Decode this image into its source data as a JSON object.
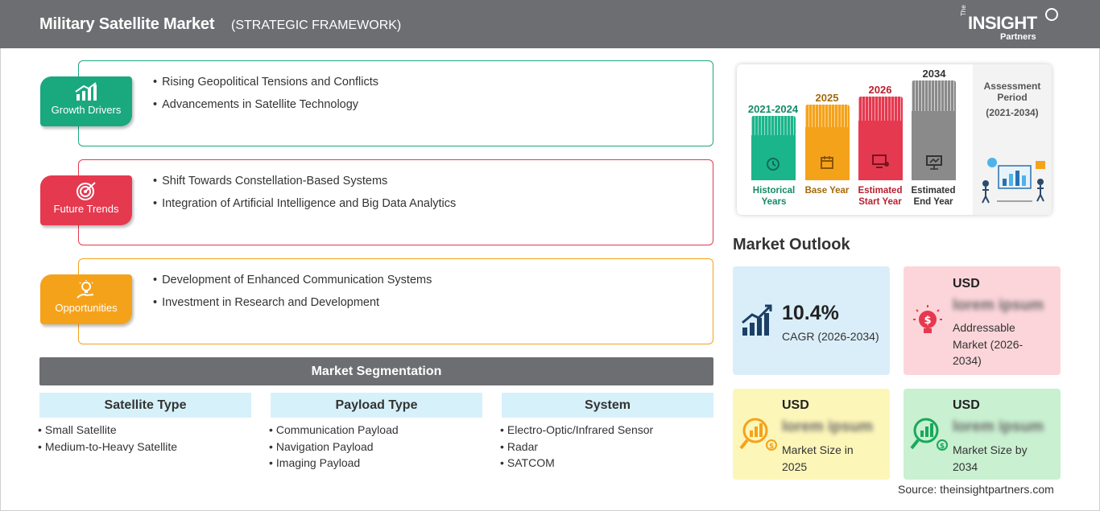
{
  "header": {
    "title": "Military Satellite Market",
    "subtitle": "(STRATEGIC FRAMEWORK)",
    "logo": {
      "the": "The",
      "main": "INSIGHT",
      "sub": "Partners"
    }
  },
  "framework": {
    "growth_drivers": {
      "label": "Growth Drivers",
      "color": "#1aa87f",
      "items": [
        "Rising Geopolitical Tensions and Conflicts",
        "Advancements in Satellite Technology"
      ]
    },
    "future_trends": {
      "label": "Future Trends",
      "color": "#e5394f",
      "items": [
        "Shift Towards Constellation-Based Systems",
        "Integration of Artificial Intelligence and Big Data Analytics"
      ]
    },
    "opportunities": {
      "label": "Opportunities",
      "color": "#f5a21b",
      "items": [
        "Development of Enhanced Communication Systems",
        "Investment in Research and Development"
      ]
    }
  },
  "segmentation": {
    "title": "Market Segmentation",
    "columns": [
      {
        "heading": "Satellite Type",
        "items": [
          "Small Satellite",
          "Medium-to-Heavy Satellite"
        ]
      },
      {
        "heading": "Payload Type",
        "items": [
          "Communication Payload",
          "Navigation Payload",
          "Imaging Payload"
        ]
      },
      {
        "heading": "System",
        "items": [
          "Electro-Optic/Infrared Sensor",
          "Radar",
          "SATCOM"
        ]
      }
    ]
  },
  "timeline": {
    "assessment_label": "Assessment Period",
    "assessment_period": "(2021-2034)",
    "periods": [
      {
        "year": "2021-2024",
        "caption": "Historical Years",
        "color": "#1bb58b",
        "year_color": "#138a66"
      },
      {
        "year": "2025",
        "caption": "Base Year",
        "color": "#f5a21b",
        "year_color": "#a3690c"
      },
      {
        "year": "2026",
        "caption": "Estimated Start Year",
        "color": "#e5394f",
        "year_color": "#b8202f"
      },
      {
        "year": "2034",
        "caption": "Estimated End Year",
        "color": "#8a8a8a",
        "year_color": "#333333"
      }
    ]
  },
  "outlook": {
    "title": "Market Outlook",
    "cagr": {
      "value": "10.4%",
      "label": "CAGR (2026-2034)",
      "bg": "#daeef9"
    },
    "addressable": {
      "currency": "USD",
      "value": "lorem ipsum",
      "label": "Addressable Market (2026-2034)",
      "bg": "#fbd5da"
    },
    "size_2025": {
      "currency": "USD",
      "value": "lorem ipsum",
      "label": "Market Size in 2025",
      "bg": "#fdf6b9"
    },
    "size_2034": {
      "currency": "USD",
      "value": "lorem ipsum",
      "label": "Market Size by 2034",
      "bg": "#c9f0d1"
    }
  },
  "source": "Source: theinsightpartners.com"
}
